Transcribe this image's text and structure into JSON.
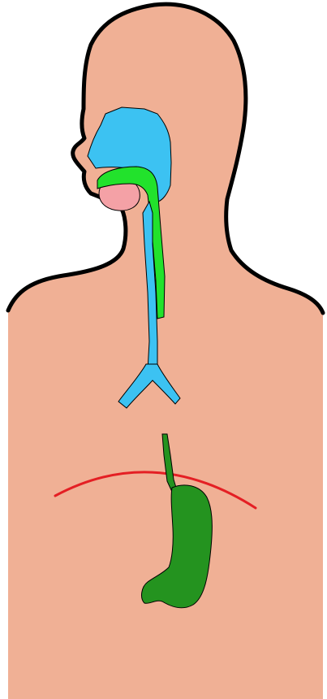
{
  "diagram": {
    "colors": {
      "background": "#ffffff",
      "skin": "#f0b095",
      "outline": "#000000",
      "airway": "#3cc2f2",
      "esophagus_upper": "#22e22c",
      "tongue": "#f4a1a6",
      "stomach": "#24931f",
      "diaphragm": "#e41f24"
    },
    "parts": [
      "body-silhouette",
      "nasal-cavity",
      "tongue",
      "esophagus-upper",
      "trachea",
      "bronchi",
      "diaphragm",
      "esophagus-lower",
      "stomach"
    ]
  }
}
